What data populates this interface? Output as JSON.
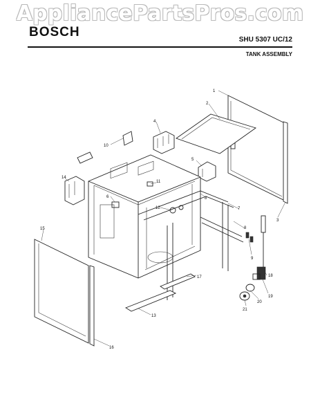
{
  "watermark": "AppliancePartsPros.com",
  "header": {
    "brand": "BOSCH",
    "model": "SHU 5307 UC/12",
    "section": "TANK ASSEMBLY"
  },
  "callouts": [
    "1",
    "2",
    "3",
    "4",
    "5",
    "6",
    "7",
    "8",
    "9",
    "10",
    "11",
    "12",
    "13",
    "14",
    "15",
    "16",
    "17",
    "18",
    "19",
    "20",
    "21"
  ]
}
